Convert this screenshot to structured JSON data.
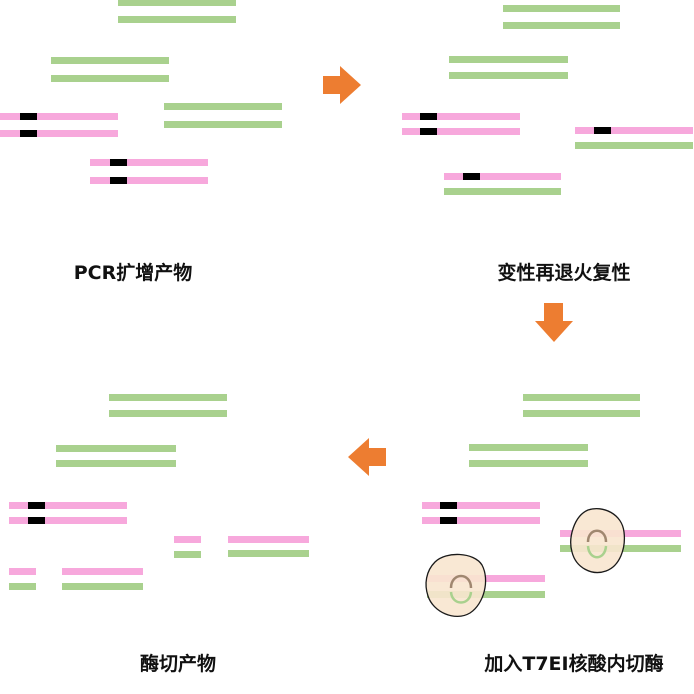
{
  "colors": {
    "pink": "#f7a8dc",
    "green": "#a9d18e",
    "mismatch": "#000000",
    "arrow": "#ed7d31",
    "enzyme_fill": "#f8e5cf",
    "enzyme_inner": "#a08770",
    "background": "#ffffff"
  },
  "panels": {
    "pcr": {
      "label": "PCR扩增产物"
    },
    "reanneal": {
      "label": "变性再退火复性"
    },
    "t7ei": {
      "label": "加入T7EI核酸内切酶"
    },
    "digest": {
      "label": "酶切产物"
    }
  },
  "arrows": [
    {
      "direction": "right"
    },
    {
      "direction": "down"
    },
    {
      "direction": "left"
    }
  ]
}
